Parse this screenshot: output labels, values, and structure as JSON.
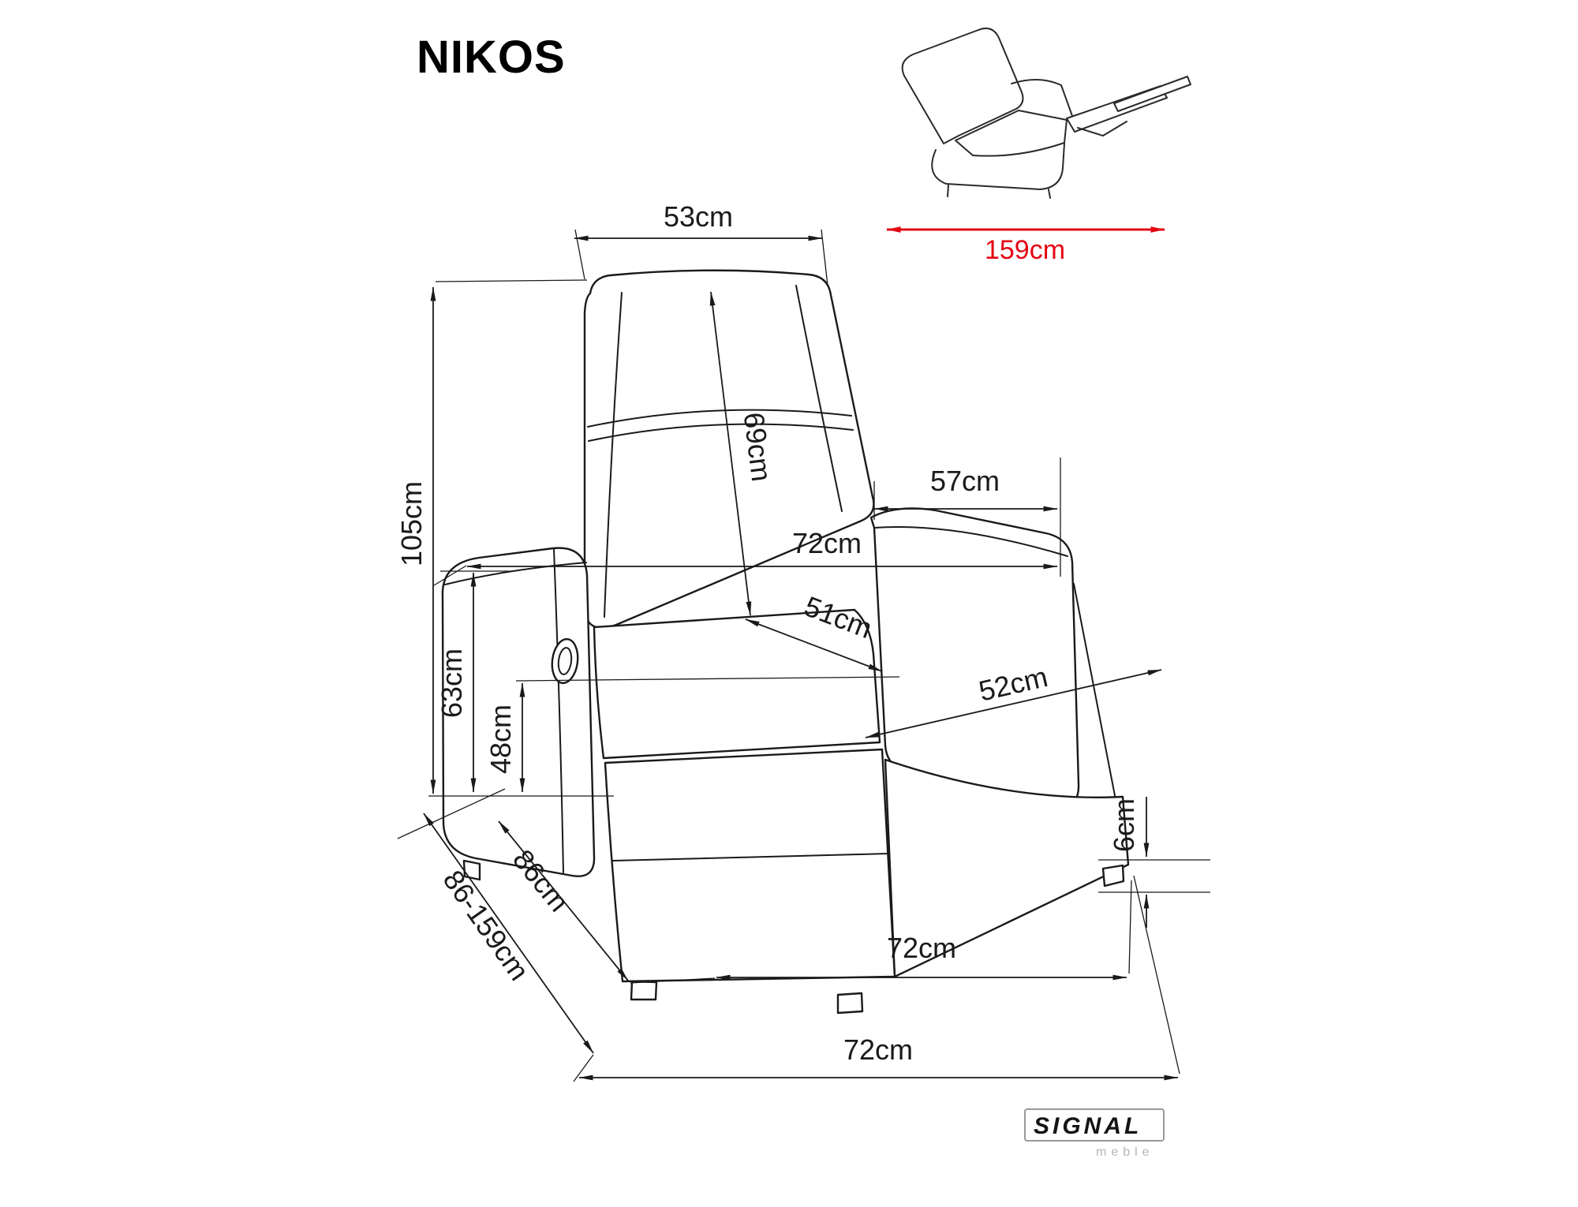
{
  "page": {
    "title": "NIKOS"
  },
  "inset": {
    "extended_length": "159cm"
  },
  "dims": {
    "back_top_width": "53cm",
    "backrest_length": "69cm",
    "total_height": "105cm",
    "armrest_depth": "57cm",
    "width_at_arms": "72cm",
    "seat_depth": "51cm",
    "armrest_height": "63cm",
    "seat_height": "48cm",
    "seat_width": "52cm",
    "side_depth": "86cm",
    "depth_range": "86-159cm",
    "ground_clearance": "6cm",
    "base_front_width": "72cm",
    "total_width": "72cm"
  },
  "brand": {
    "name": "SIGNAL",
    "subtitle": "meble"
  },
  "colors": {
    "accent": "#e30613",
    "line": "#1a1a1a"
  }
}
